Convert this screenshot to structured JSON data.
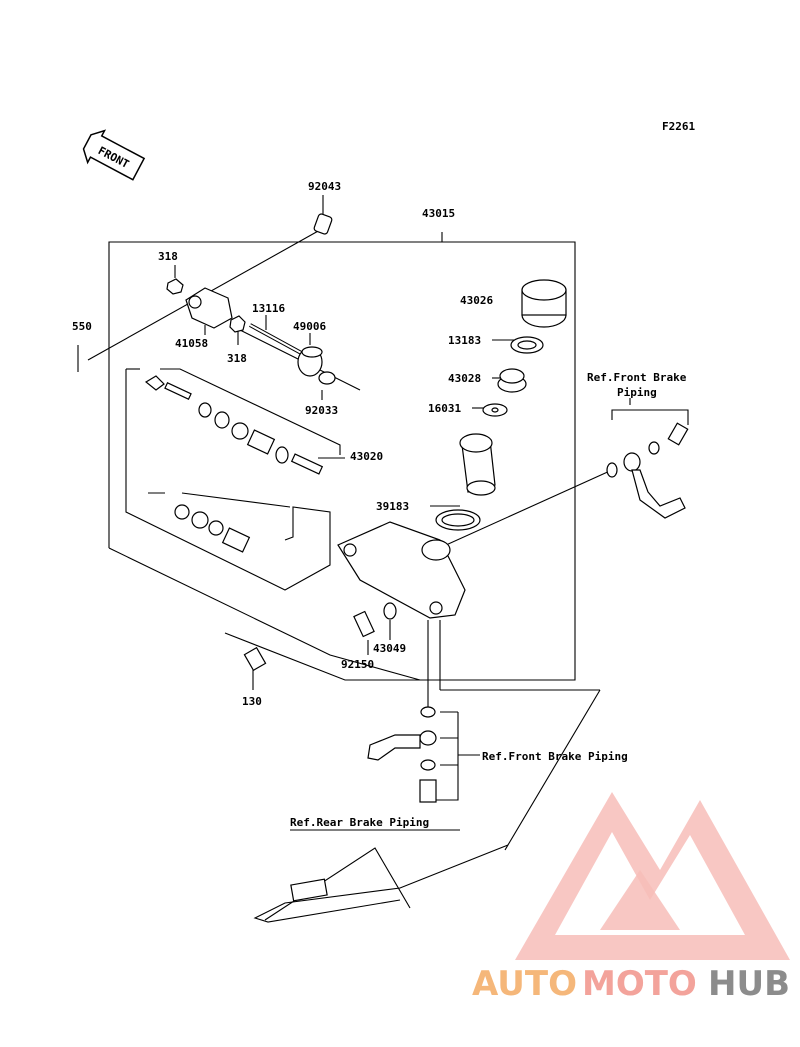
{
  "figure_code": "F2261",
  "front_arrow_label": "FRONT",
  "part_numbers": {
    "p92043": "92043",
    "p43015": "43015",
    "p318a": "318",
    "p318b": "318",
    "p550": "550",
    "p41058": "41058",
    "p13116": "13116",
    "p49006": "49006",
    "p92033": "92033",
    "p43026": "43026",
    "p13183": "13183",
    "p43028": "43028",
    "p16031": "16031",
    "p43020": "43020",
    "p39183": "39183",
    "p43049": "43049",
    "p92150": "92150",
    "p130": "130"
  },
  "references": {
    "front_brake_piping_top_line1": "Ref.Front Brake",
    "front_brake_piping_top_line2": "Piping",
    "front_brake_piping_mid": "Ref.Front Brake Piping",
    "rear_brake_piping": "Ref.Rear Brake Piping"
  },
  "watermark": {
    "part1": "AUTO",
    "part2": "MOTO",
    "part3": "HUB",
    "colors": {
      "triangle": "#f4a6a0",
      "auto": "#f5b77a",
      "moto": "#f3a39b",
      "hub": "#8c8c8c"
    }
  }
}
